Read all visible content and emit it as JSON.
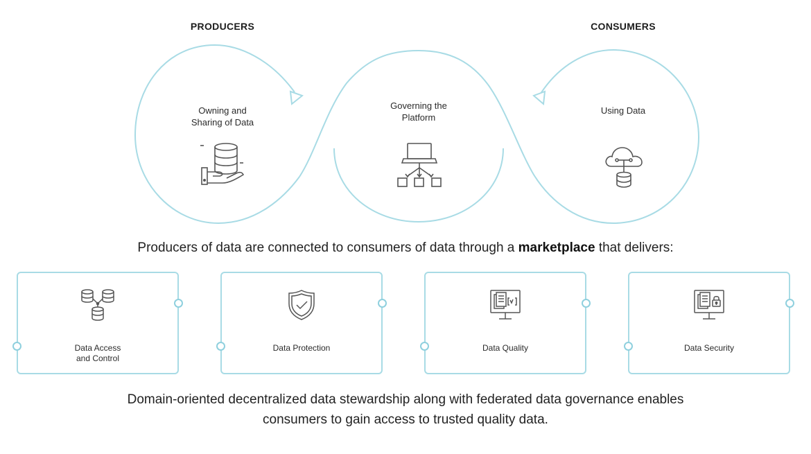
{
  "headings": {
    "producers": "PRODUCERS",
    "consumers": "CONSUMERS"
  },
  "loops": [
    {
      "label_line1": "Owning and",
      "label_line2": "Sharing of Data",
      "icon": "database-hand-icon"
    },
    {
      "label_line1": "Governing the",
      "label_line2": "Platform",
      "icon": "laptop-network-icon"
    },
    {
      "label_line1": "Using Data",
      "label_line2": "",
      "icon": "cloud-database-icon"
    }
  ],
  "tagline": {
    "before": "Producers of data are connected to consumers of data through a ",
    "emphasis": "marketplace",
    "after": " that delivers:"
  },
  "cards": [
    {
      "label_line1": "Data Access",
      "label_line2": "and Control",
      "icon": "databases-connected-icon"
    },
    {
      "label_line1": "Data Protection",
      "label_line2": "",
      "icon": "shield-check-icon"
    },
    {
      "label_line1": "Data Quality",
      "label_line2": "",
      "icon": "monitor-document-icon"
    },
    {
      "label_line1": "Data Security",
      "label_line2": "",
      "icon": "monitor-lock-icon"
    }
  ],
  "footer": {
    "line1": "Domain-oriented decentralized data stewardship along with federated data governance enables",
    "line2": "consumers to gain access to trusted quality data."
  },
  "colors": {
    "accent": "#a8dbe5",
    "icon_stroke": "#555555",
    "text": "#222222"
  }
}
